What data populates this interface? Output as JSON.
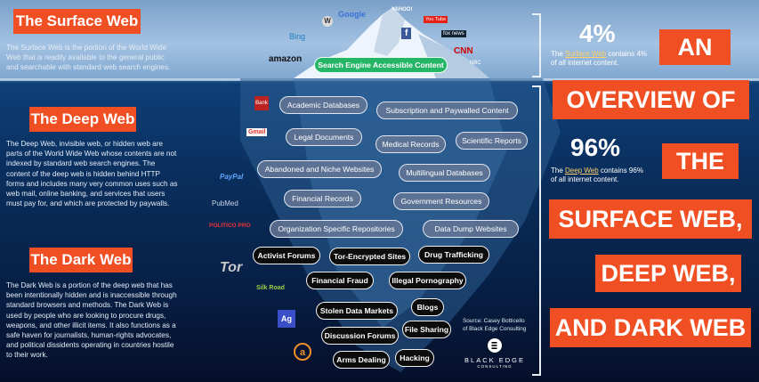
{
  "surface": {
    "title": "The Surface Web",
    "text": "The Surface Web is the portion of the World Wide Web that is readily available to the general public and searchable with standard web search engines.",
    "pill": "Search Engine Accessible Content",
    "percent": "4%",
    "pct_prefix": "The ",
    "pct_link": "Surface Web",
    "pct_suffix": " contains 4% of all internet content.",
    "logos": [
      "Google",
      "YAHOO!",
      "Bing",
      "amazon",
      "CNN",
      "f",
      "fox news",
      "W",
      "You Tube",
      "NBC"
    ]
  },
  "deep": {
    "title": "The Deep Web",
    "text": "The Deep Web, invisible web, or hidden web are parts of the World Wide Web whose contents are not indexed by standard web search engines. The content of the deep web is hidden behind HTTP forms and includes many very common uses such as web mail, online banking, and services that users must pay for, and which are protected by paywalls.",
    "percent": "96%",
    "pct_prefix": "The ",
    "pct_link": "Deep Web",
    "pct_suffix": " contains 96% of all internet content.",
    "pills": [
      "Academic Databases",
      "Subscription and Paywalled Content",
      "Legal Documents",
      "Medical Records",
      "Scientific Reports",
      "Abandoned and Niche Websites",
      "Multilingual Databases",
      "Financial Records",
      "Government Resources",
      "Organization Specific Repositories",
      "Data Dump Websites"
    ],
    "logos": [
      "Gmail",
      "PayPal",
      "PubMed",
      "POLITICO PRO",
      "Bank"
    ]
  },
  "dark": {
    "title": "The Dark Web",
    "text": "The Dark Web is a portion of the deep web that has been intentionally hidden and is inaccessible through standard browsers and methods. The Dark Web is used by people who are looking to procure drugs, weapons, and other illicit items. It also functions as a safe haven for journalists, human-rights advocates, and political dissidents operating in countries hostile to their work.",
    "pills": [
      "Activist Forums",
      "Tor-Encrypted Sites",
      "Drug Trafficking",
      "Financial Fraud",
      "Illegal Pornography",
      "Stolen Data Markets",
      "Blogs",
      "Discussion Forums",
      "File Sharing",
      "Arms Dealing",
      "Hacking"
    ],
    "logos": [
      "Tor",
      "Silk Road",
      "Ag",
      "a"
    ]
  },
  "headline": [
    "AN",
    "OVERVIEW OF",
    "THE",
    "SURFACE WEB,",
    "DEEP WEB,",
    "AND DARK WEB"
  ],
  "source": {
    "line1": "Source: Casey Botticello",
    "line2": "of Black Edge Consulting",
    "brand": "BLACK EDGE",
    "brand_sub": "CONSULTING"
  },
  "colors": {
    "accent": "#f04e23",
    "pill_green": "#25b566"
  }
}
